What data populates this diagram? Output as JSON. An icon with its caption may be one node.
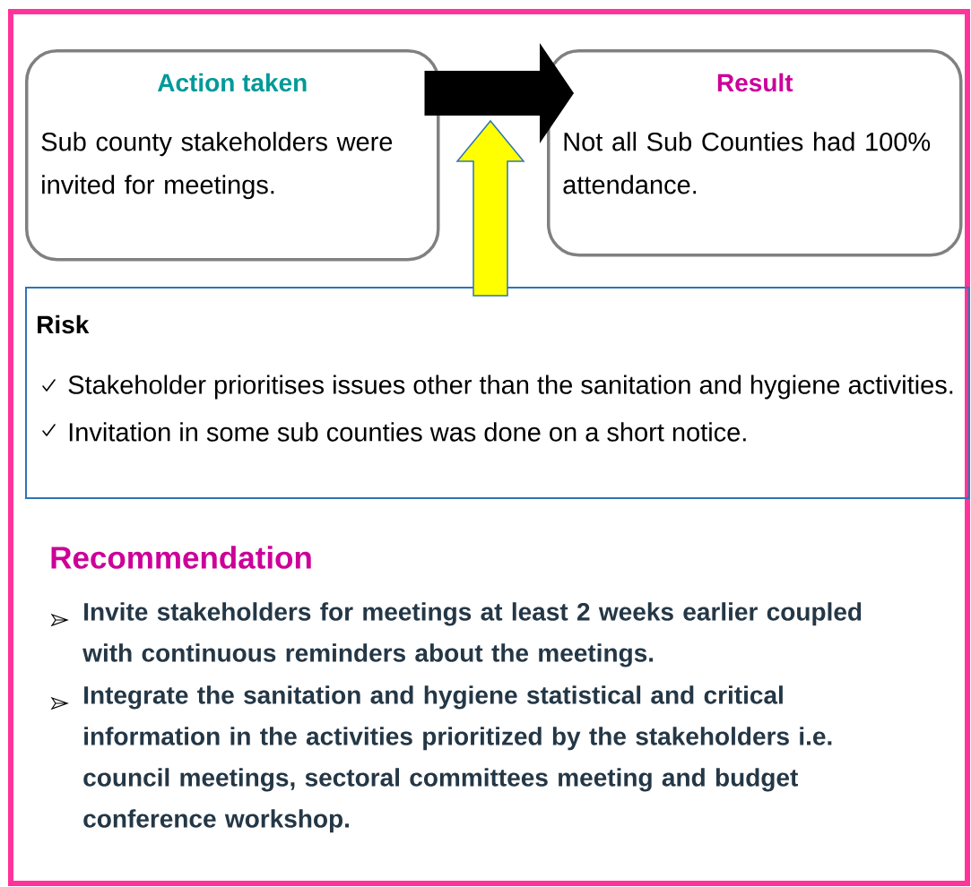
{
  "diagram": {
    "nodes": [
      {
        "text": [
          "Action taken",
          "Sub county stakeholders were invited for meetings."
        ]
      },
      {
        "text": [
          "Result",
          "Not all Sub Counties had 100% attendance."
        ]
      },
      {
        "text": [
          "Risk",
          "Stakeholder prioritises issues other than the sanitation and hygiene activities.",
          "Invitation in some sub counties was done on a short notice."
        ]
      }
    ],
    "edges": [
      {
        "from": 0,
        "to": 1,
        "arrow": "to"
      },
      {
        "from": 2,
        "to": null,
        "arrow": "to",
        "color": "#ffff00"
      }
    ],
    "labels": [
      "Recommendation",
      "Invite stakeholders for meetings at least 2 weeks earlier coupled with continuous reminders about the meetings.",
      "Integrate the sanitation and hygiene statistical and critical information in the activities prioritized by the stakeholders i.e. council meetings, sectoral committees meeting and budget conference workshop."
    ]
  }
}
